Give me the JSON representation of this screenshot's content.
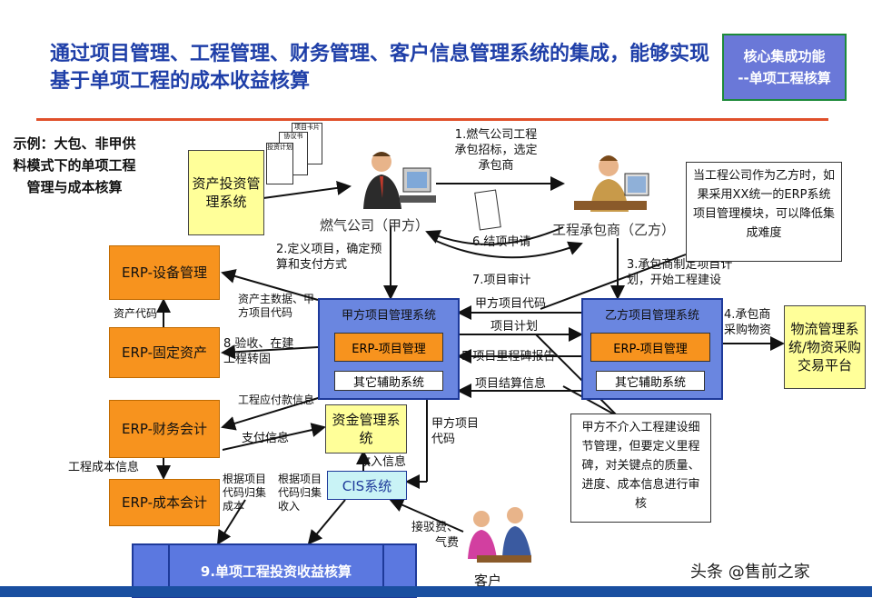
{
  "title": "通过项目管理、工程管理、财务管理、客户信息管理系统的集成，能够实现基于单项工程的成本收益核算",
  "badge": {
    "line1": "核心集成功能",
    "line2": "--单项工程核算"
  },
  "example_text": "示例：大包、非甲供料模式下的单项工程管理与成本核算",
  "asset_system": "资产投资管理系统",
  "doc_icons": {
    "doc1": "投资计划",
    "doc2": "项目卡片",
    "doc3": "协议书"
  },
  "gas_company": "燃气公司（甲方）",
  "contractor": "工程承包商（乙方）",
  "note_top": "当工程公司作为乙方时，如果采用XX统一的ERP系统项目管理模块，可以降低集成难度",
  "note_bottom": "甲方不介入工程建设细节管理，但要定义里程碑，对关键点的质量、进度、成本信息进行审核",
  "steps": {
    "s1": "1.燃气公司工程承包招标，选定承包商",
    "s2": "2.定义项目，确定预算和支付方式",
    "s3": "3.承包商制定项目计划，开始工程建设",
    "s4": "4.承包商采购物资",
    "s5": "5.项目里程碑报告",
    "s6": "6.结项申请",
    "s7": "7.项目审计",
    "s8": "8.验收、在建工程转固",
    "s9": "9.单项工程投资收益核算"
  },
  "erp": {
    "equipment": "ERP-设备管理",
    "fixed_assets": "ERP-固定资产",
    "finance": "ERP-财务会计",
    "cost": "ERP-成本会计"
  },
  "party_a_system": {
    "title": "甲方项目管理系统",
    "erp": "ERP-项目管理",
    "other": "其它辅助系统"
  },
  "party_b_system": {
    "title": "乙方项目管理系统",
    "erp": "ERP-项目管理",
    "other": "其它辅助系统"
  },
  "logistics": "物流管理系统/物资采购交易平台",
  "fund_system": "资金管理系统",
  "cis": "CIS系统",
  "customer": "客户",
  "labels": {
    "asset_code": "资产代码",
    "asset_master": "资产主数据、甲方项目代码",
    "project_payable": "工程应付款信息",
    "payment_info": "支付信息",
    "cost_info": "工程成本信息",
    "cost_by_code": "根据项目代码归集成本",
    "income_by_code": "根据项目代码归集收入",
    "income_info": "收入信息",
    "a_project_code_v": "甲方项目代码",
    "a_project_code_h": "甲方项目代码",
    "project_plan": "项目计划",
    "project_settlement": "项目结算信息",
    "fees": "接驳费、气费"
  },
  "watermark": "头条 @售前之家"
}
